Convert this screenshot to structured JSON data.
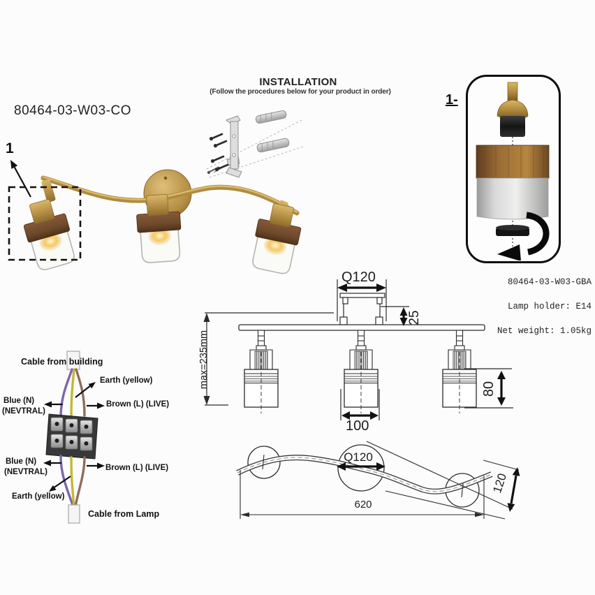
{
  "product": {
    "code": "80464-03-W03-CO"
  },
  "photo": {
    "step_label": "1"
  },
  "installation": {
    "title": "INSTALLATION",
    "subtitle": "(Follow the procedures below for your product in order)"
  },
  "detail": {
    "step_label": "1-",
    "code": "80464-03-W03-GBA",
    "lamp_holder": "Lamp holder: E14",
    "net_weight": "Net weight: 1.05kg"
  },
  "front_view": {
    "canopy_diameter": "Q120",
    "canopy_height": "25",
    "max_height": "max=235mm",
    "shade_width": "100",
    "shade_height": "80"
  },
  "top_view": {
    "center_diameter": "Q120",
    "bar_length": "620",
    "bar_depth": "120"
  },
  "wiring": {
    "cable_from_building": "Cable from building",
    "cable_from_lamp": "Cable from Lamp",
    "earth_top": "Earth (yellow)",
    "earth_bottom": "Earth (yellow)",
    "blue_top_line1": "Blue (N)",
    "blue_top_line2": "(NEVTRAL)",
    "blue_bottom_line1": "Blue (N)",
    "blue_bottom_line2": "(NEVTRAL)",
    "brown_top": "Brown (L) (LIVE)",
    "brown_bottom": "Brown (L) (LIVE)"
  },
  "colors": {
    "brass": "#b8924a",
    "wood": "#6e4a2a",
    "glass_gray": "#c9c9c9",
    "wire_blue": "#7b68ae",
    "wire_yellow": "#c4b832",
    "wire_brown": "#8d6e5a",
    "line": "#2b2b2b"
  }
}
